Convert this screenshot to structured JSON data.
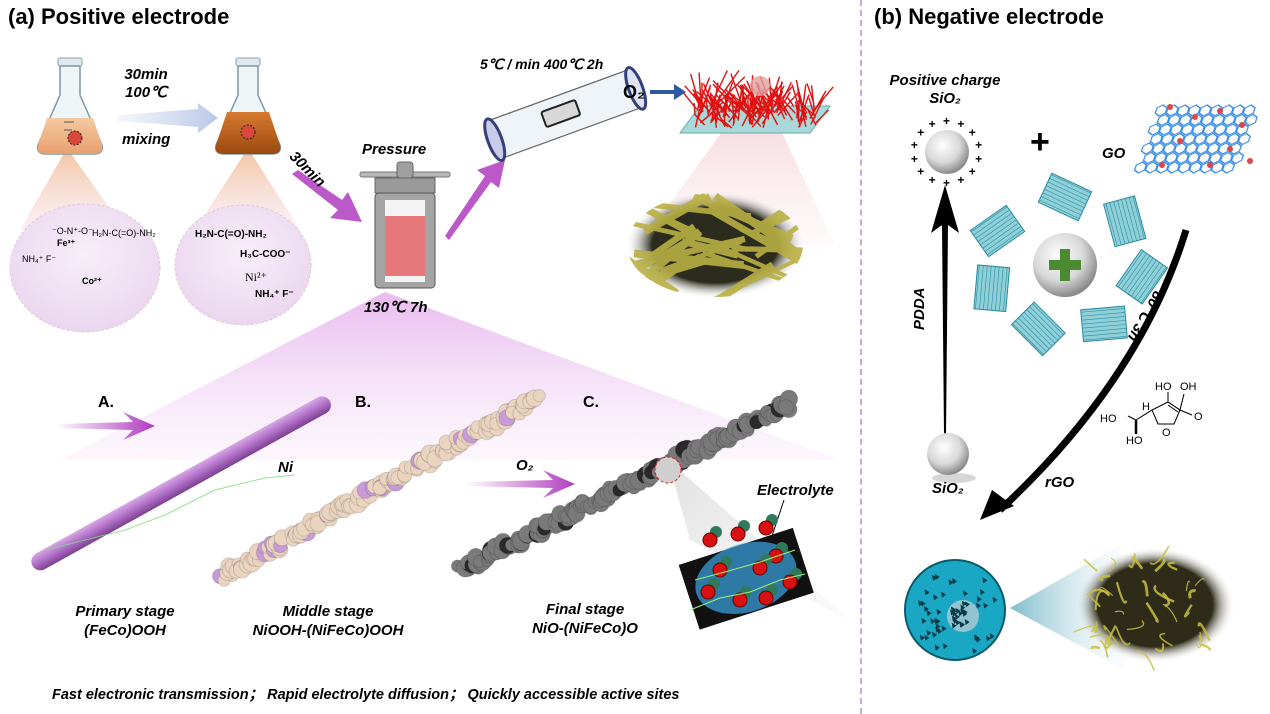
{
  "panel_a": {
    "title": "(a)  Positive electrode",
    "step1": {
      "time": "30min",
      "temp": "100℃",
      "action": "mixing"
    },
    "step2": {
      "time": "30min",
      "label": "Pressure",
      "condition": "130℃ 7h"
    },
    "step3": {
      "condition": "5℃ / min 400℃ 2h",
      "gas": "O₂"
    },
    "precursors_left": [
      "⁻O-N⁺-O⁻",
      "Fe³⁺",
      "Co²⁺",
      "H₂N-C(=O)-NH₂",
      "NH₄⁺ F⁻"
    ],
    "precursors_right": [
      "H₂N-C(=O)-NH₂",
      "H₃C-COO⁻",
      "Ni²⁺",
      "NH₄⁺ F⁻"
    ],
    "stages": {
      "A": {
        "marker": "A.",
        "substrate": "Ni",
        "name": "Primary stage",
        "formula": "(FeCo)OOH"
      },
      "B": {
        "marker": "B.",
        "name": "Middle stage",
        "formula": "NiOOH-(NiFeCo)OOH"
      },
      "C": {
        "marker": "C.",
        "reactant": "O₂",
        "name": "Final stage",
        "formula": "NiO-(NiFeCo)O",
        "callout": "Electrolyte"
      }
    },
    "summary": "Fast electronic transmission； Rapid electrolyte diffusion； Quickly accessible active sites"
  },
  "panel_b": {
    "title": "(b)  Negative electrode",
    "charged_sphere": {
      "line1": "Positive charge",
      "line2": "SiO₂"
    },
    "plus_sign": "+",
    "graphene_oxide": "GO",
    "arrow_up_label": "PDDA",
    "sphere": "SiO₂",
    "arrow_down_condition": "80℃ 3h",
    "arrow_down_product": "rGO",
    "reducing_agent": {
      "groups": [
        "HO",
        "OH",
        "H",
        "HO",
        "HO",
        "O",
        "O"
      ]
    }
  },
  "colors": {
    "arrow_magenta": "#b03cc0",
    "arrow_blue": "#2d5aa0",
    "divider": "#c9a6dc",
    "rgo_sphere": "#1aa7c4",
    "sem_yellow": "#b8b043",
    "nanowire_red": "#e01010",
    "ni_rod": "#b070c8",
    "final_rod": "#6b6b6b",
    "middle_rod": "#e8d2be"
  }
}
